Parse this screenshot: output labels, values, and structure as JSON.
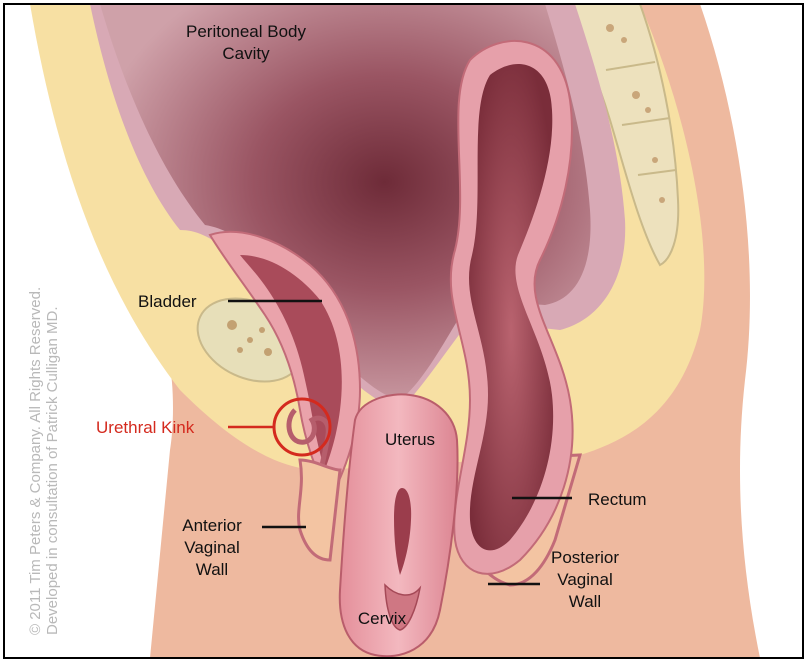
{
  "labels": {
    "peritoneal_line1": "Peritoneal Body",
    "peritoneal_line2": "Cavity",
    "bladder": "Bladder",
    "urethral_kink": "Urethral Kink",
    "uterus": "Uterus",
    "rectum": "Rectum",
    "anterior_line1": "Anterior",
    "anterior_line2": "Vaginal",
    "anterior_line3": "Wall",
    "posterior_line1": "Posterior",
    "posterior_line2": "Vaginal",
    "posterior_line3": "Wall",
    "cervix": "Cervix"
  },
  "copyright": {
    "line1": "© 2011 Tim Peters & Company. All Rights Reserved.",
    "line2": "Developed in consultation of Patrick Culligan MD."
  },
  "colors": {
    "highlight_red": "#d42a1e",
    "skin": "#f0c1a6",
    "fat": "#f8e3a6",
    "organ_pink": "#e9a2ac",
    "cavity_dark": "#7a3c48"
  }
}
